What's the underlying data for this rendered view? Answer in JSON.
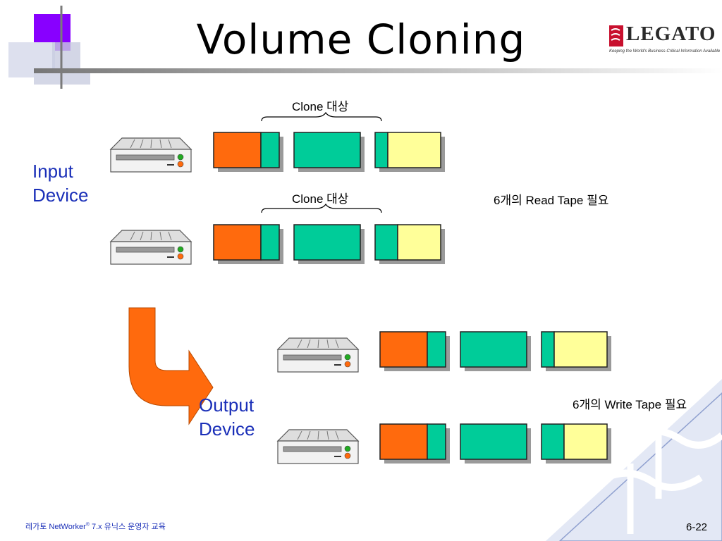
{
  "slide": {
    "title": "Volume Cloning",
    "brace_label_top": "Clone 대상",
    "brace_label_mid": "Clone 대상",
    "input_label_line1": "Input",
    "input_label_line2": "Device",
    "output_label_line1": "Output",
    "output_label_line2": "Device",
    "read_note": "6개의 Read Tape 필요",
    "write_note": "6개의 Write Tape 필요",
    "footer": {
      "prefix": "레가토 NetWorker",
      "reg": "®",
      "suffix": " 7.x 유닉스 운영자 교육",
      "page": "6-22"
    },
    "logo": {
      "word": "LEGATO",
      "tagline": "Keeping the World's Business-Critical Information Available"
    }
  },
  "colors": {
    "orange": "#ff6a0d",
    "teal": "#00cc99",
    "yellow": "#ffff99",
    "label_blue": "#1a2fb8",
    "arrow": "#ff6a0d",
    "accent_purple": "#8800ff"
  },
  "diagram": {
    "input_drives": 2,
    "output_drives": 2,
    "volume_set_pattern": [
      "orange + teal",
      "teal",
      "teal + yellow"
    ],
    "icons": [
      "tape-drive-icon",
      "curved-arrow-icon",
      "legato-logo-icon"
    ]
  }
}
